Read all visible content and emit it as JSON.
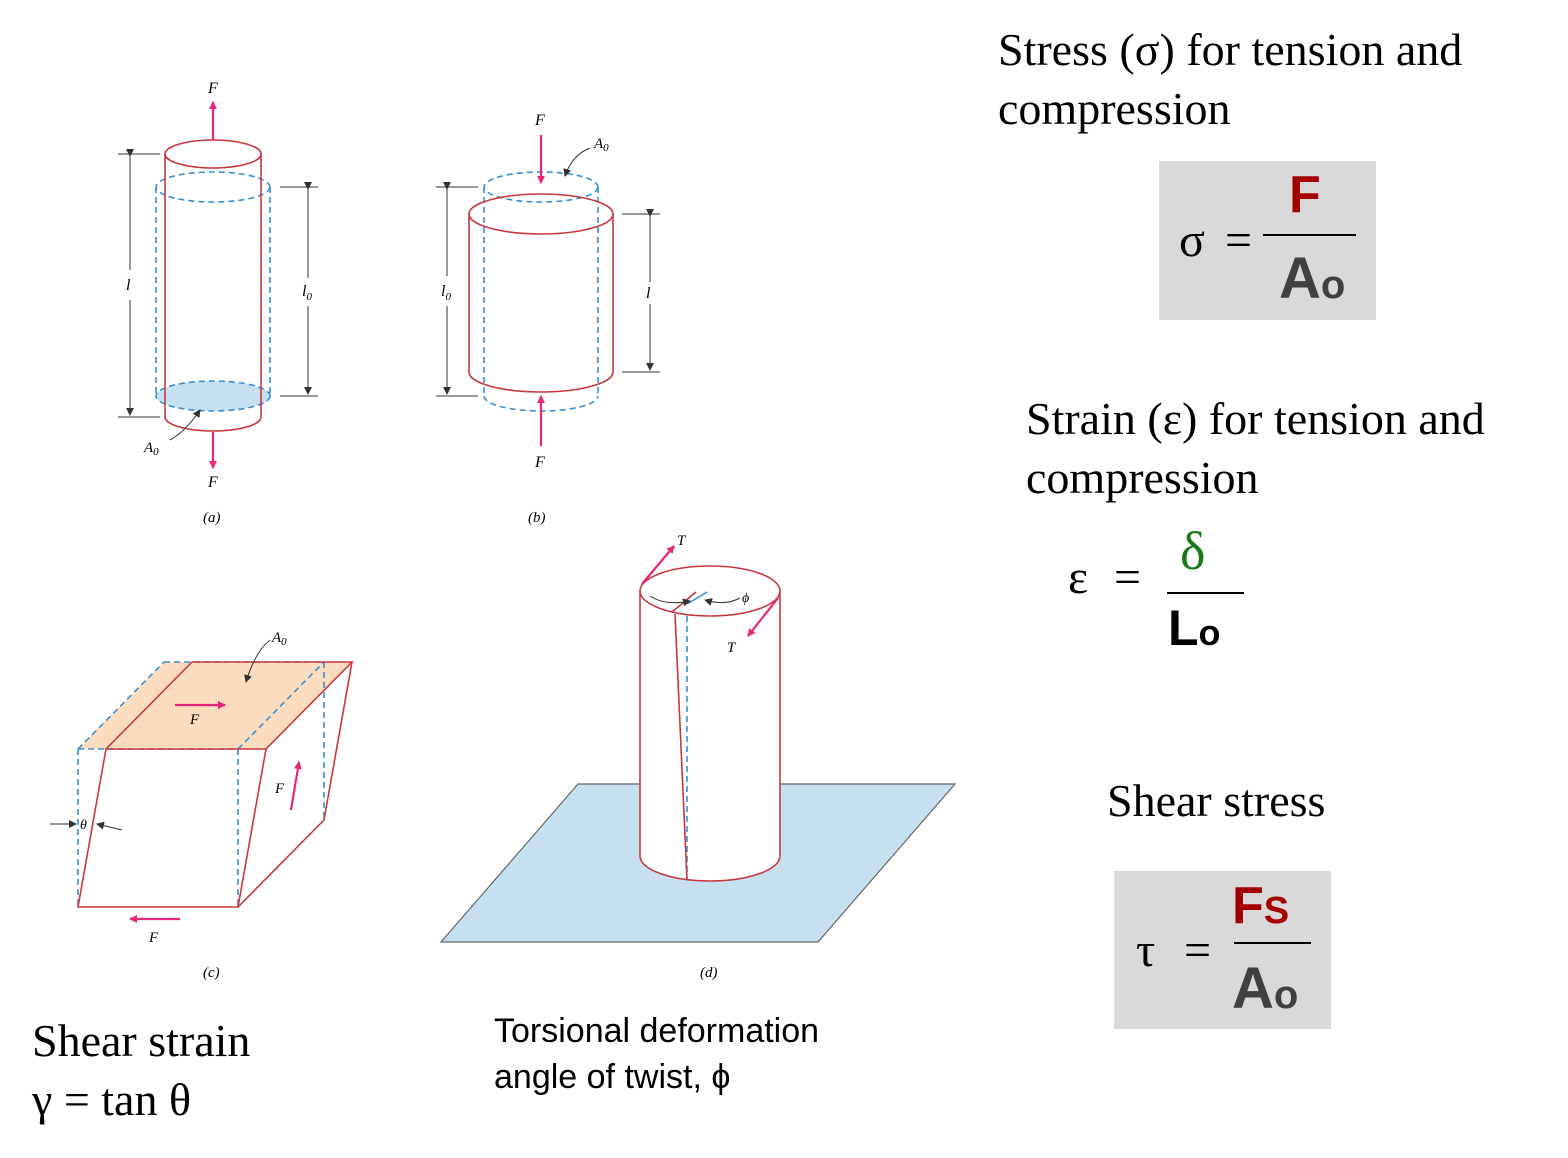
{
  "figure_a": {
    "caption": "(a)",
    "force_top": "F",
    "force_bottom": "F",
    "length": "l",
    "original_length": "l",
    "original_length_sub": "0",
    "area": "A",
    "area_sub": "0"
  },
  "figure_b": {
    "caption": "(b)",
    "force_top": "F",
    "force_bottom": "F",
    "length": "l",
    "original_length": "l",
    "original_length_sub": "0",
    "area": "A",
    "area_sub": "0"
  },
  "figure_c": {
    "caption": "(c)",
    "force_top": "F",
    "force_side": "F",
    "force_bottom": "F",
    "angle": "θ",
    "area": "A",
    "area_sub": "0"
  },
  "figure_d": {
    "caption": "(d)",
    "torque_top": "T",
    "torque_side": "T",
    "angle": "ϕ"
  },
  "stress_section": {
    "heading_line1": "Stress (σ) for tension and",
    "heading_line2": "compression",
    "lhs": "σ",
    "equals": "=",
    "numerator": "F",
    "denominator": "A",
    "denominator_sub": "o"
  },
  "strain_section": {
    "heading_line1": "Strain (ε) for tension and",
    "heading_line2": "compression",
    "lhs": "ε",
    "equals": "=",
    "numerator": "δ",
    "denominator": "L",
    "denominator_sub": "o"
  },
  "shear_stress_section": {
    "heading": "Shear stress",
    "lhs": "τ",
    "equals": "=",
    "numerator": "F",
    "numerator_sub": "S",
    "denominator": "A",
    "denominator_sub": "o"
  },
  "shear_strain_section": {
    "line1": "Shear strain",
    "line2": "γ = tan θ"
  },
  "torsion_section": {
    "line1": "Torsional deformation",
    "line2": "angle of twist,  ϕ"
  },
  "colors": {
    "red_line": "#c8373f",
    "blue_dash": "#3a8fd0",
    "arrow_magenta": "#e8267a",
    "fill_blue": "#c6e0f0",
    "fill_orange": "#fbdcbf",
    "box_gray": "#d9d9d9",
    "dark_red": "#a50000",
    "green": "#1a7a1a"
  }
}
